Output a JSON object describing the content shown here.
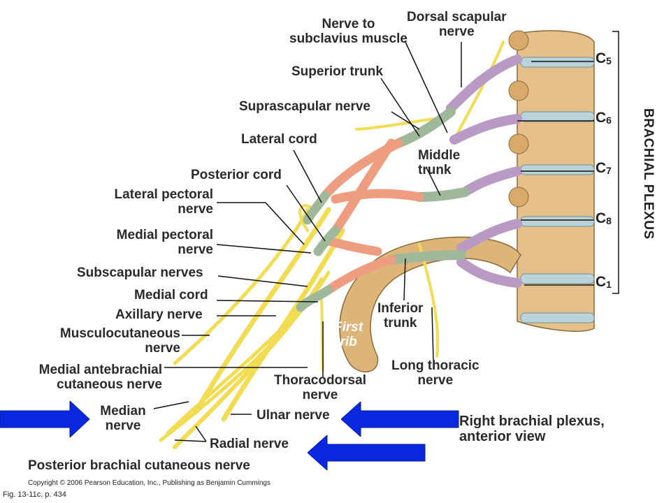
{
  "labels": {
    "nerve_to_subclavius": [
      "Nerve to",
      "subclavius muscle"
    ],
    "dorsal_scapular": [
      "Dorsal scapular",
      "nerve"
    ],
    "superior_trunk": "Superior trunk",
    "suprascapular": "Suprascapular nerve",
    "lateral_cord": "Lateral cord",
    "middle_trunk": [
      "Middle",
      "trunk"
    ],
    "posterior_cord": "Posterior cord",
    "lateral_pectoral": [
      "Lateral pectoral",
      "nerve"
    ],
    "medial_pectoral": [
      "Medial pectoral",
      "nerve"
    ],
    "subscapular": "Subscapular nerves",
    "medial_cord": "Medial cord",
    "axillary": "Axillary nerve",
    "musculocutaneous": [
      "Musculocutaneous",
      "nerve"
    ],
    "medial_antebrachial": [
      "Medial antebrachial",
      "cutaneous nerve"
    ],
    "median": [
      "Median",
      "nerve"
    ],
    "ulnar": "Ulnar nerve",
    "radial": "Radial nerve",
    "posterior_brachial": "Posterior brachial cutaneous nerve",
    "thoracodorsal": [
      "Thoracodorsal",
      "nerve"
    ],
    "inferior_trunk": [
      "Inferior",
      "trunk"
    ],
    "long_thoracic": [
      "Long thoracic",
      "nerve"
    ],
    "first_rib": [
      "First",
      "rib"
    ],
    "right_brachial_plexus": [
      "Right brachial plexus,",
      "anterior view"
    ],
    "brachial_plexus_title": "BRACHIAL PLEXUS"
  },
  "roots": [
    {
      "letter": "C",
      "num": "5"
    },
    {
      "letter": "C",
      "num": "6"
    },
    {
      "letter": "C",
      "num": "7"
    },
    {
      "letter": "C",
      "num": "8"
    },
    {
      "letter": "C",
      "num": "1"
    }
  ],
  "copyright": "Copyright © 2006 Pearson Education, Inc., Publishing as Benjamin Cummings",
  "fig_ref": "Fig. 13-11c,  p. 434",
  "colors": {
    "nerve_yellow": "#f2dc52",
    "root_purple": "#b89ac4",
    "trunk_green": "#9fb89a",
    "cord_salmon": "#ee9d80",
    "bone": "#e6c08a",
    "disc_blue": "#b9d3db",
    "arrow_blue": "#0a28e0"
  }
}
